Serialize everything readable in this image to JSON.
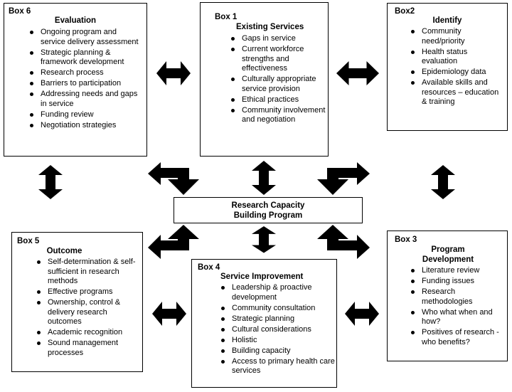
{
  "center": {
    "line1": "Research Capacity",
    "line2": "Building Program"
  },
  "boxes": {
    "box1": {
      "label": "Box 1",
      "title": "Existing Services",
      "items": [
        "Gaps in service",
        "Current workforce strengths and effectiveness",
        "Culturally appropriate service provision",
        "Ethical practices",
        "Community involvement and negotiation"
      ]
    },
    "box2": {
      "label": "Box2",
      "title": "Identify",
      "items": [
        "Community need/priority",
        "Health status evaluation",
        "Epidemiology data",
        "Available skills and resources – education & training"
      ]
    },
    "box3": {
      "label": "Box 3",
      "title": "Program Development",
      "items": [
        "Literature review",
        "Funding issues",
        "Research methodologies",
        "Who what when and how?",
        "Positives of research - who benefits?"
      ]
    },
    "box4": {
      "label": "Box 4",
      "title": "Service Improvement",
      "items": [
        "Leadership & proactive development",
        "Community consultation",
        "Strategic planning",
        "Cultural considerations",
        "Holistic",
        "Building capacity",
        "Access to primary health care services"
      ]
    },
    "box5": {
      "label": "Box 5",
      "title": "Outcome",
      "items": [
        "Self-determination & self-sufficient in research methods",
        "Effective programs",
        "Ownership, control & delivery research outcomes",
        "Academic recognition",
        "Sound management processes"
      ]
    },
    "box6": {
      "label": "Box 6",
      "title": "Evaluation",
      "items": [
        "Ongoing program and service delivery assessment",
        "Strategic planning & framework development",
        "Research process",
        "Barriers to participation",
        "Addressing needs and gaps in service",
        "Funding review",
        "Negotiation strategies"
      ]
    }
  }
}
